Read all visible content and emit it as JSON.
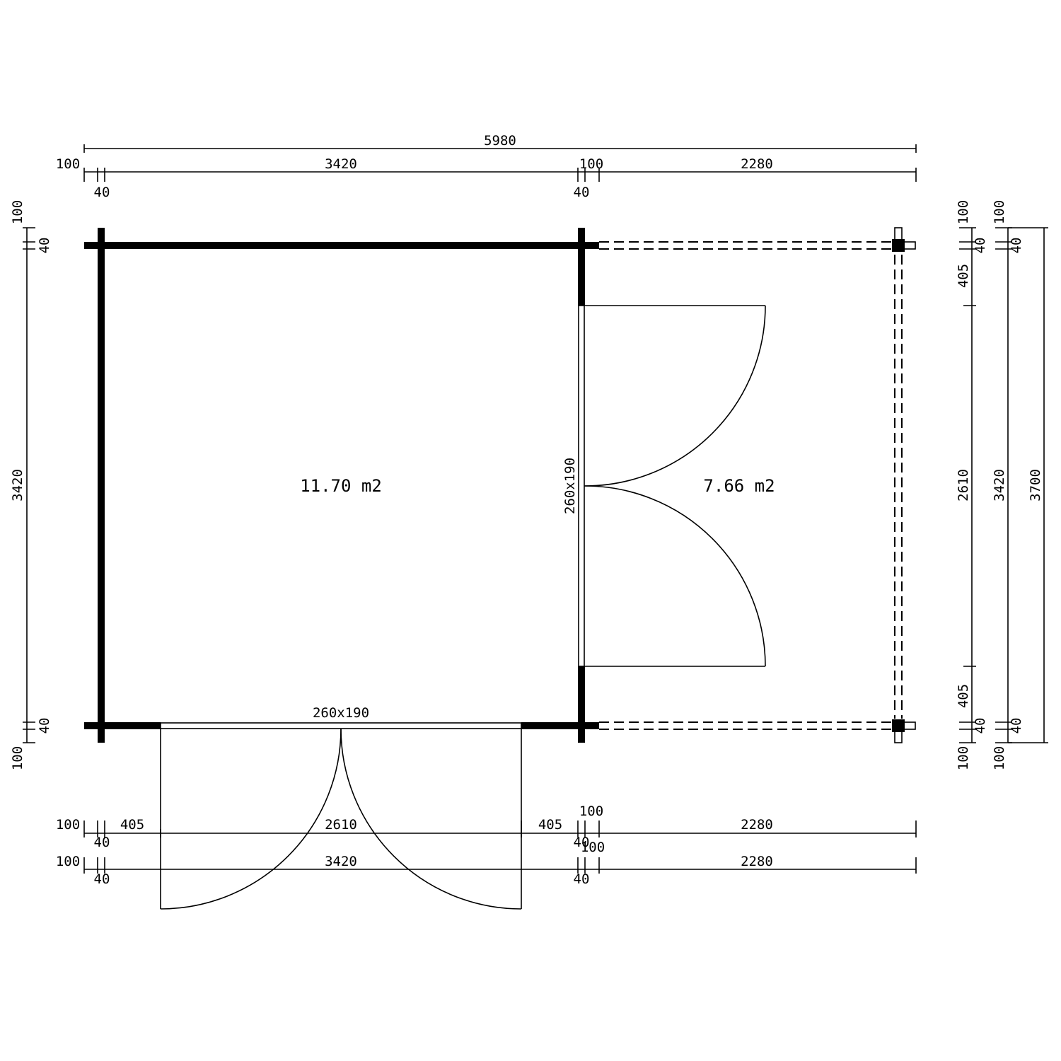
{
  "rooms": {
    "main_area": "11.70 m2",
    "canopy_area": "7.66 m2"
  },
  "doors": {
    "front_door": "260x190",
    "side_opening": "260x190"
  },
  "dimensions": {
    "top": {
      "overall": "5980",
      "left_overhang": "100",
      "main_span": "3420",
      "mid_overhang": "100",
      "canopy_span": "2280",
      "left_wall": "40",
      "mid_wall": "40"
    },
    "bottom_row1": {
      "left_overhang": "100",
      "left_wall": "40",
      "left_panel": "405",
      "door_span": "2610",
      "right_panel": "405",
      "mid_overhang": "100",
      "mid_wall": "40",
      "mid_overhang_b": "100",
      "canopy_span": "2280"
    },
    "bottom_row2": {
      "left_overhang": "100",
      "main_span": "3420",
      "canopy_span": "2280",
      "left_wall": "40",
      "mid_wall": "40"
    },
    "left": {
      "top_overhang": "100",
      "top_wall": "40",
      "main_span": "3420",
      "bottom_wall": "40",
      "bottom_overhang": "100"
    },
    "right_inner": {
      "top_overhang": "100",
      "top_wall": "40",
      "top_panel": "405",
      "opening": "2610",
      "bottom_panel": "405",
      "bottom_wall": "40",
      "bottom_overhang": "100"
    },
    "right_mid": {
      "top_overhang": "100",
      "top_wall": "40",
      "main_span": "3420",
      "bottom_wall": "40",
      "bottom_overhang": "100"
    },
    "right_outer": {
      "overall": "3700"
    }
  }
}
